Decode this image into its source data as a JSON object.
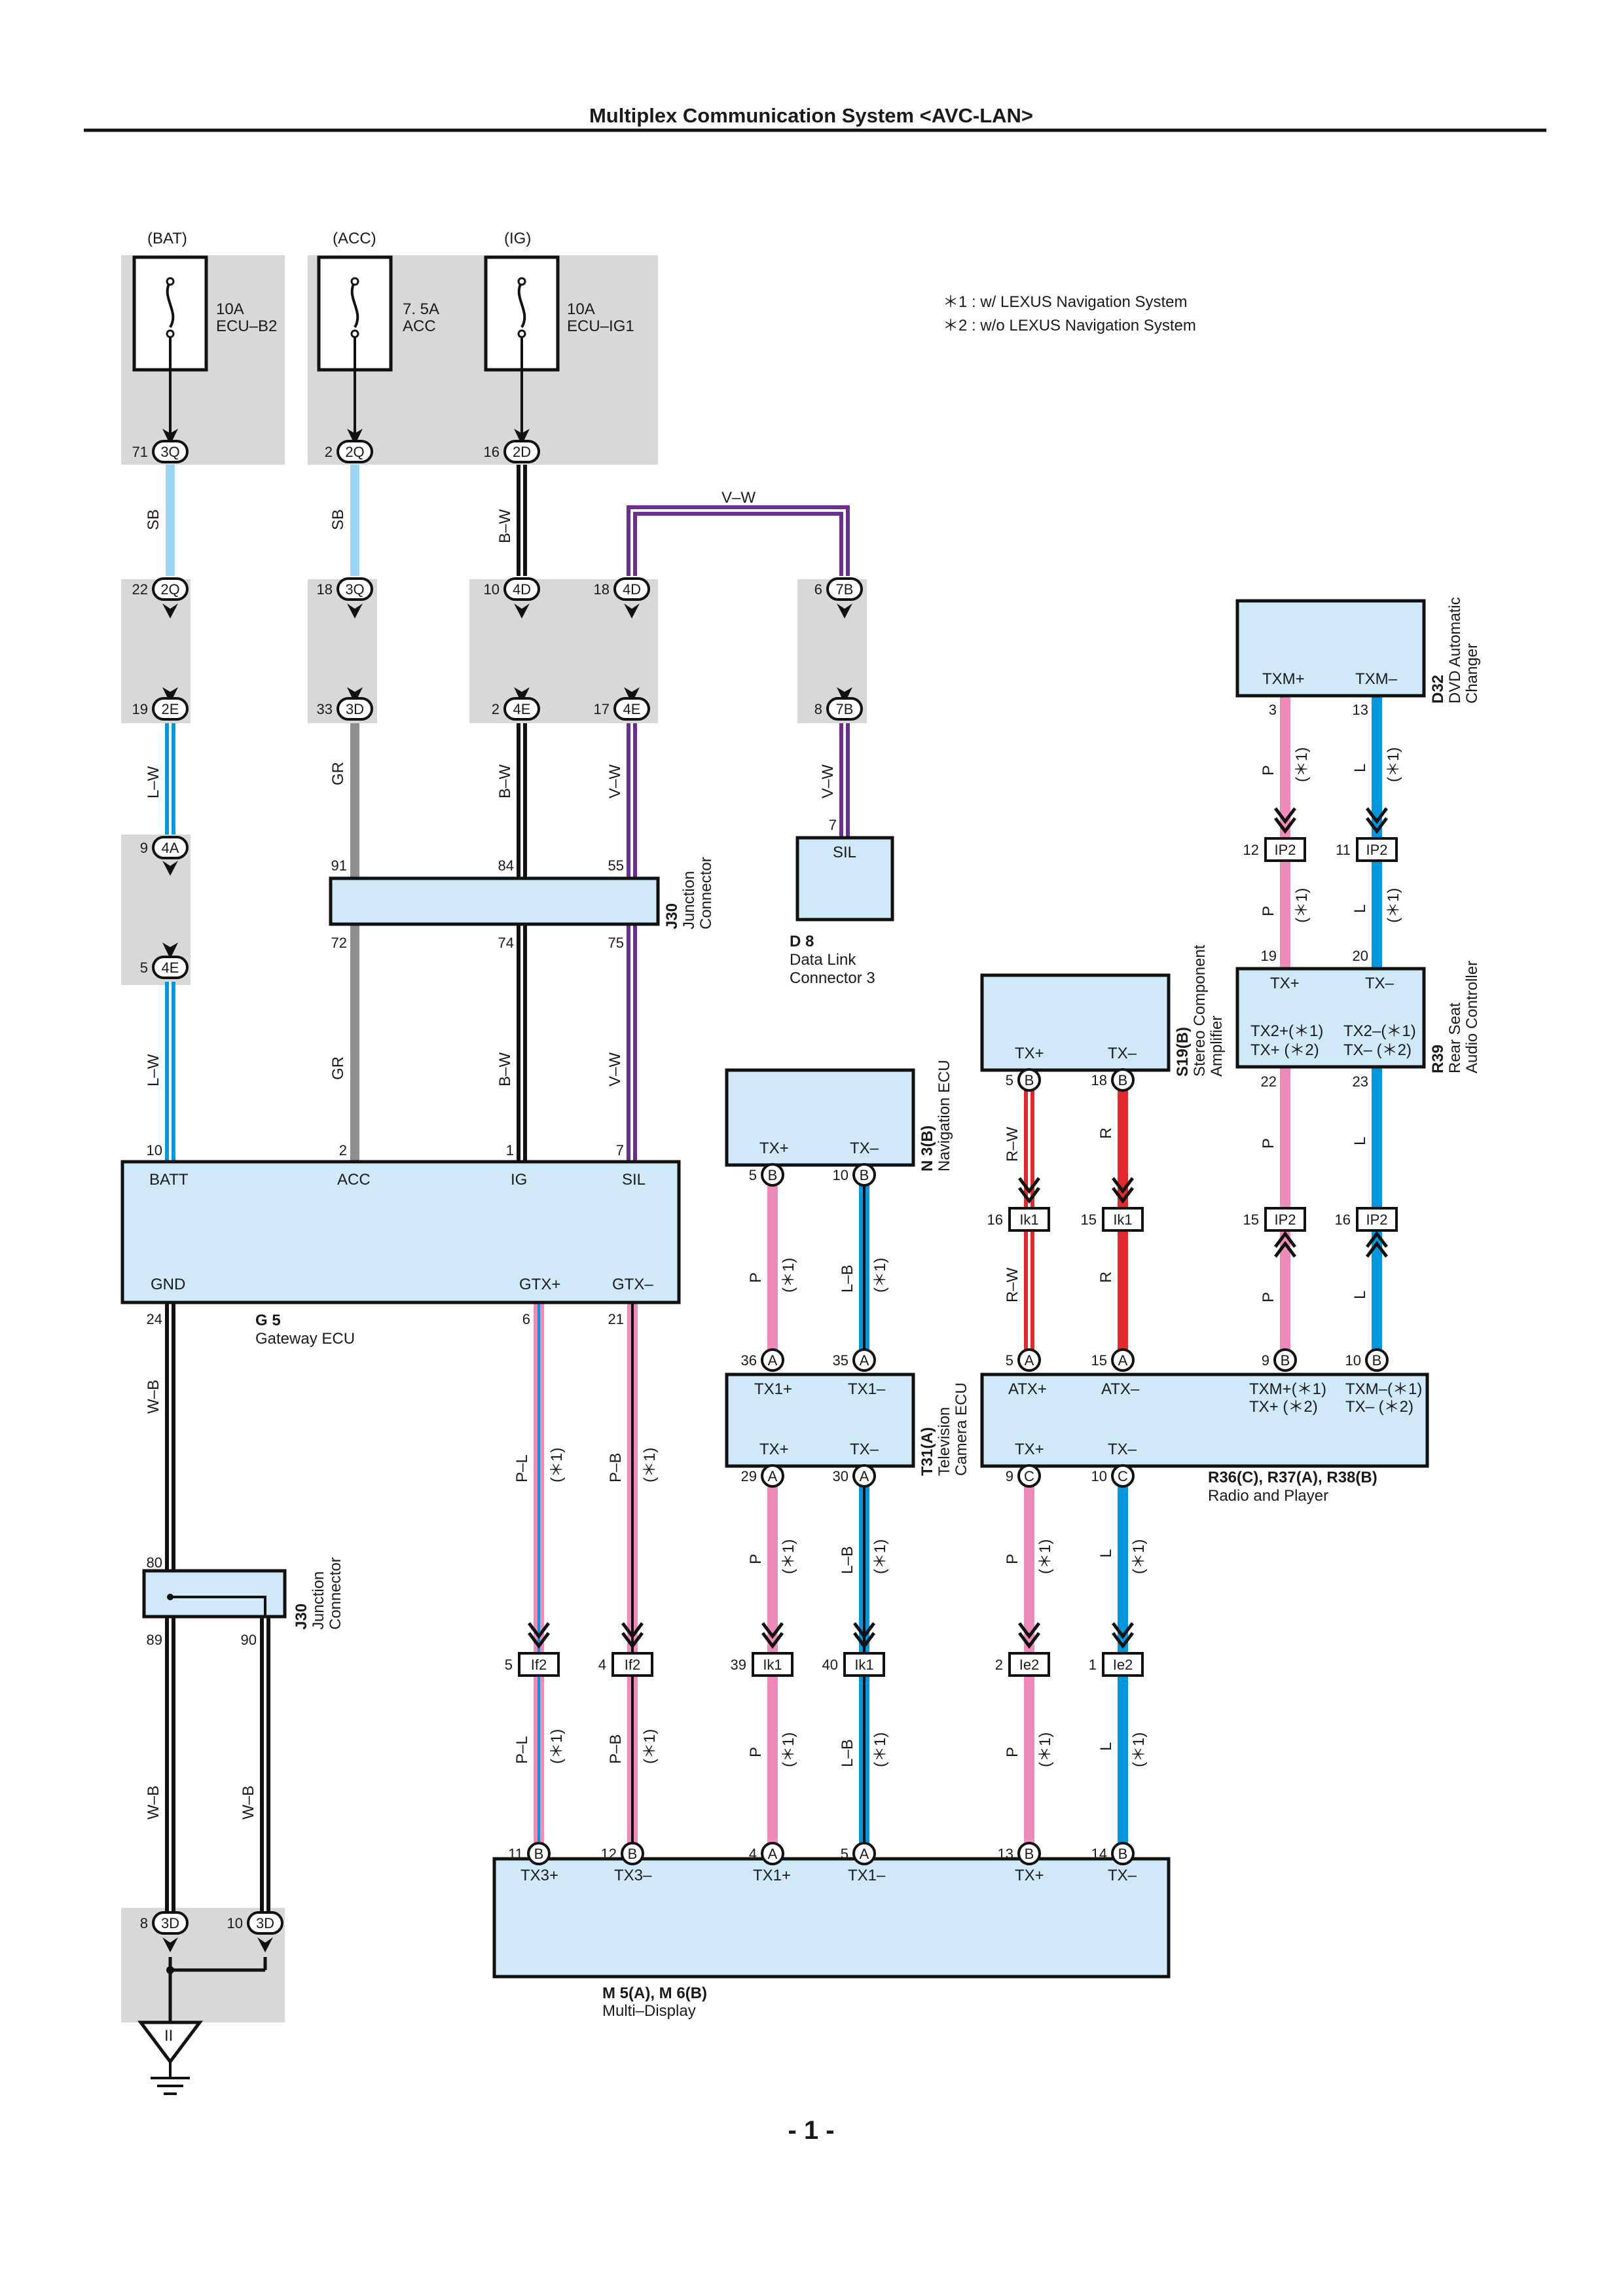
{
  "header": {
    "title": "Multiplex Communication System <AVC-LAN>"
  },
  "footer": {
    "page": "- 1 -"
  },
  "notes": [
    "＊1 : w/ LEXUS Navigation System",
    "＊2 : w/o LEXUS Navigation System"
  ],
  "fuses": {
    "bat": {
      "source": "(BAT)",
      "rating": "10A",
      "name": "ECU–B2"
    },
    "acc": {
      "source": "(ACC)",
      "rating": "7. 5A",
      "name": "ACC"
    },
    "ig": {
      "source": "(IG)",
      "rating": "10A",
      "name": "ECU–IG1"
    }
  },
  "connectors": {
    "c3Q": "3Q",
    "c2Q": "2Q",
    "c2D": "2D",
    "c2E": "2E",
    "c3D": "3D",
    "c4D": "4D",
    "c4E": "4E",
    "c7B": "7B",
    "c4A": "4A",
    "A": "A",
    "B": "B",
    "C": "C",
    "ik1": "Ik1",
    "if2": "If2",
    "ie2": "Ie2",
    "ip2": "IP2"
  },
  "pins": {
    "p71": "71",
    "p2": "2",
    "p16": "16",
    "p22": "22",
    "p18": "18",
    "p10": "10",
    "p6": "6",
    "p19": "19",
    "p33": "33",
    "p17": "17",
    "p8": "8",
    "p9": "9",
    "p5": "5",
    "p7": "7",
    "p91": "91",
    "p84": "84",
    "p55": "55",
    "p72": "72",
    "p74": "74",
    "p75": "75",
    "p1": "1",
    "p24": "24",
    "p21": "21",
    "p80": "80",
    "p89": "89",
    "p90": "90",
    "p36": "36",
    "p35": "35",
    "p29": "29",
    "p30": "30",
    "p39": "39",
    "p40": "40",
    "p11": "11",
    "p12": "12",
    "p4": "4",
    "p13": "13",
    "p14": "14",
    "p15": "15",
    "p20": "20",
    "p23": "23",
    "p3": "3"
  },
  "wires": {
    "sb": "SB",
    "bw": "B–W",
    "vw": "V–W",
    "lw": "L–W",
    "gr": "GR",
    "wb": "W–B",
    "pl": "P–L",
    "pb": "P–B",
    "p": "P",
    "lb": "L–B",
    "l": "L",
    "rw": "R–W",
    "r": "R",
    "n1": "(＊1)"
  },
  "components": {
    "gateway": {
      "id": "G 5",
      "name": "Gateway ECU",
      "batt": "BATT",
      "acc": "ACC",
      "ig": "IG",
      "sil": "SIL",
      "gnd": "GND",
      "gtxp": "GTX+",
      "gtxm": "GTX–"
    },
    "j30": {
      "id": "J30",
      "name1": "Junction",
      "name2": "Connector"
    },
    "dlc": {
      "id": "D 8",
      "name1": "Data Link",
      "name2": "Connector 3",
      "sil": "SIL"
    },
    "nav": {
      "id": "N 3(B)",
      "name": "Navigation ECU",
      "txp": "TX+",
      "txm": "TX–"
    },
    "tv": {
      "id": "T31(A)",
      "name1": "Television",
      "name2": "Camera ECU",
      "tx1p": "TX1+",
      "tx1m": "TX1–",
      "txp": "TX+",
      "txm": "TX–"
    },
    "amp": {
      "id": "S19(B)",
      "name1": "Stereo Component",
      "name2": "Amplifier",
      "txp": "TX+",
      "txm": "TX–"
    },
    "rsac": {
      "id": "R39",
      "name1": "Rear Seat",
      "name2": "Audio Controller",
      "txp": "TX+",
      "txm": "TX–",
      "tx2p": "TX2+(＊1)",
      "tx2m": "TX2–(＊1)",
      "txp2": "TX+ (＊2)",
      "txm2": "TX– (＊2)"
    },
    "dvd": {
      "id": "D32",
      "name1": "DVD Automatic",
      "name2": "Changer",
      "txmp": "TXM+",
      "txmm": "TXM–"
    },
    "radio": {
      "id": "R36(C), R37(A), R38(B)",
      "name": "Radio and Player",
      "atxp": "ATX+",
      "atxm": "ATX–",
      "txmp": "TXM+(＊1)",
      "txmm": "TXM–(＊1)",
      "txp2": "TX+ (＊2)",
      "txm2": "TX– (＊2)",
      "txp": "TX+",
      "txm": "TX–"
    },
    "display": {
      "id": "M 5(A), M 6(B)",
      "name": "Multi–Display",
      "tx3p": "TX3+",
      "tx3m": "TX3–",
      "tx1p": "TX1+",
      "tx1m": "TX1–",
      "txp": "TX+",
      "txm": "TX–"
    },
    "ground": {
      "id": "II"
    }
  },
  "colors": {
    "sb": "#9dd6f2",
    "l": "#0097dd",
    "p": "#ef8bbb",
    "r": "#e02a2e",
    "v": "#6b2d8e",
    "gr": "#8e8e8e",
    "box": "#cfe9f9",
    "gray": "#d8d8d8"
  }
}
